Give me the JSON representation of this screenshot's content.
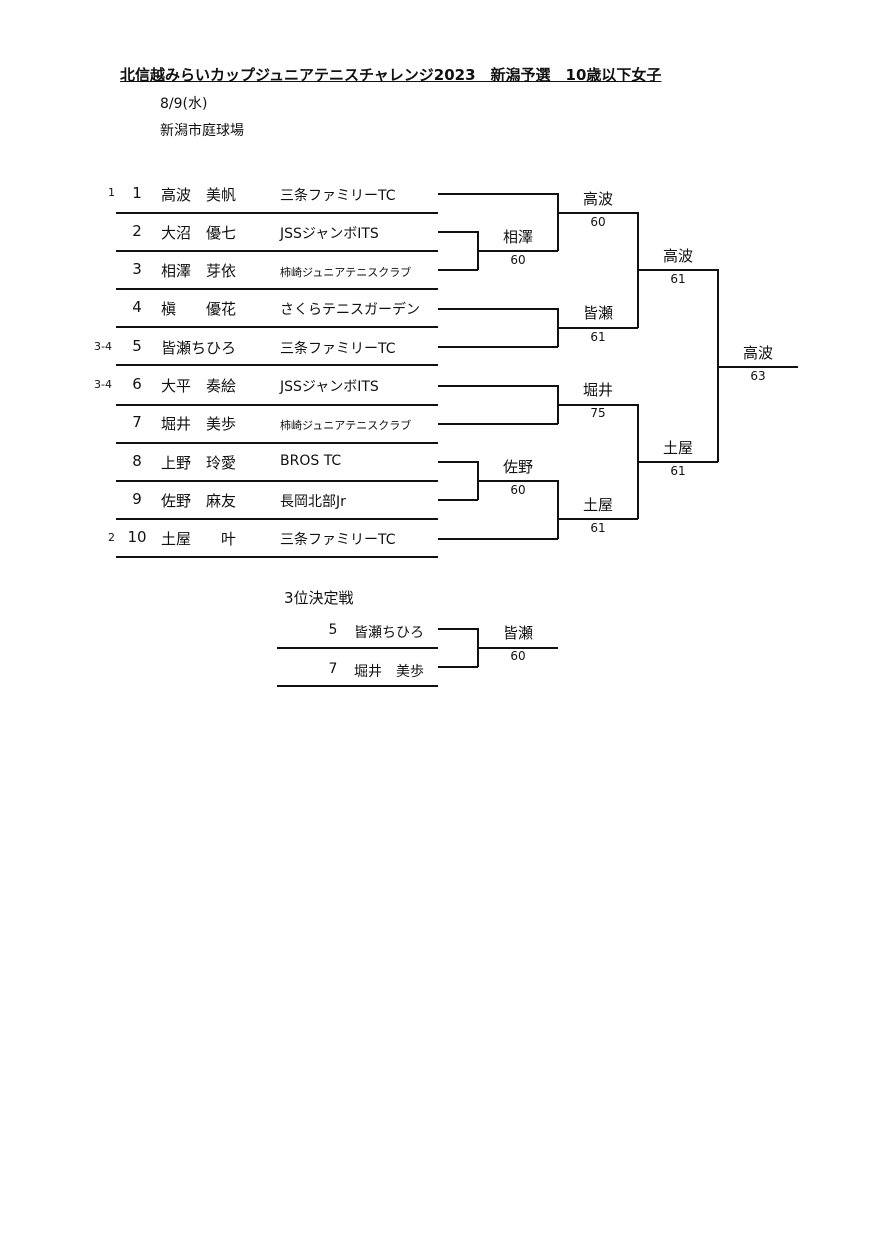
{
  "header": {
    "title": "北信越みらいカップジュニアテニスチャレンジ2023　新潟予選　10歳以下女子",
    "date": "8/9(水)",
    "venue": "新潟市庭球場"
  },
  "players": [
    {
      "seed": "1",
      "no": "1",
      "name": "高波　美帆",
      "club": "三条ファミリーTC"
    },
    {
      "seed": "",
      "no": "2",
      "name": "大沼　優七",
      "club": "JSSジャンボITS"
    },
    {
      "seed": "",
      "no": "3",
      "name": "相澤　芽依",
      "club": "柿崎ジュニアテニスクラブ"
    },
    {
      "seed": "",
      "no": "4",
      "name": "槇　　優花",
      "club": "さくらテニスガーデン"
    },
    {
      "seed": "3-4",
      "no": "5",
      "name": "皆瀬ちひろ",
      "club": "三条ファミリーTC"
    },
    {
      "seed": "3-4",
      "no": "6",
      "name": "大平　奏絵",
      "club": "JSSジャンボITS"
    },
    {
      "seed": "",
      "no": "7",
      "name": "堀井　美歩",
      "club": "柿崎ジュニアテニスクラブ"
    },
    {
      "seed": "",
      "no": "8",
      "name": "上野　玲愛",
      "club": "BROS TC"
    },
    {
      "seed": "",
      "no": "9",
      "name": "佐野　麻友",
      "club": "長岡北部Jr"
    },
    {
      "seed": "2",
      "no": "10",
      "name": "土屋　　叶",
      "club": "三条ファミリーTC"
    }
  ],
  "results": {
    "r1_a": {
      "winner": "相澤",
      "score": "60"
    },
    "r1_b": {
      "winner": "佐野",
      "score": "60"
    },
    "qf_1": {
      "winner": "高波",
      "score": "60"
    },
    "qf_2": {
      "winner": "皆瀬",
      "score": "61"
    },
    "qf_3": {
      "winner": "堀井",
      "score": "75"
    },
    "qf_4": {
      "winner": "土屋",
      "score": "61"
    },
    "sf_1": {
      "winner": "高波",
      "score": "61"
    },
    "sf_2": {
      "winner": "土屋",
      "score": "61"
    },
    "final": {
      "winner": "高波",
      "score": "63"
    }
  },
  "third_place": {
    "heading": "3位決定戦",
    "p1": {
      "no": "5",
      "name": "皆瀬ちひろ"
    },
    "p2": {
      "no": "7",
      "name": "堀井　美歩"
    },
    "result": {
      "winner": "皆瀬",
      "score": "60"
    }
  }
}
